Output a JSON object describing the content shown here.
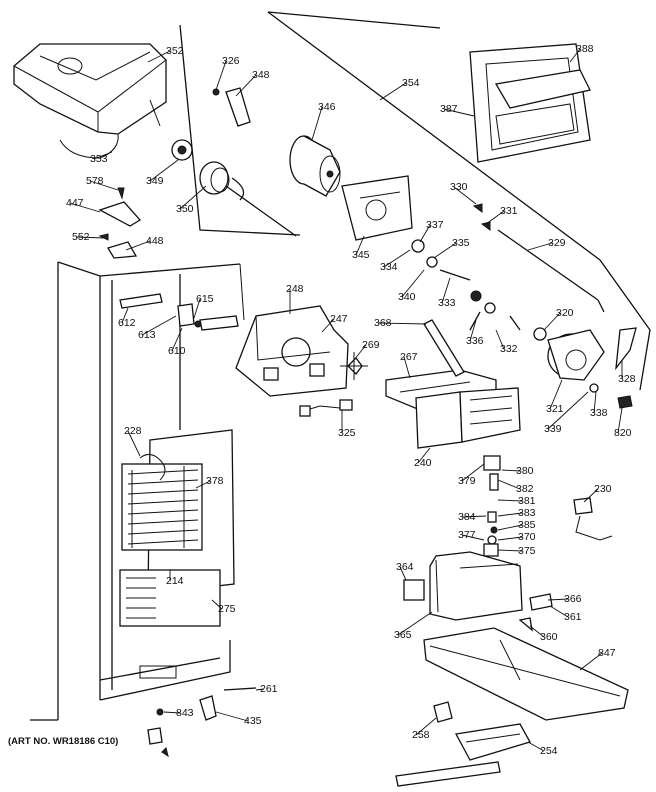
{
  "diagram": {
    "art_note": "(ART NO. WR18186 C10)",
    "part_labels": [
      "352",
      "326",
      "348",
      "346",
      "354",
      "388",
      "387",
      "353",
      "349",
      "350",
      "578",
      "447",
      "552",
      "448",
      "330",
      "331",
      "329",
      "345",
      "337",
      "335",
      "334",
      "340",
      "333",
      "336",
      "332",
      "320",
      "328",
      "248",
      "247",
      "615",
      "612",
      "610",
      "613",
      "269",
      "368",
      "267",
      "325",
      "321",
      "339",
      "338",
      "820",
      "240",
      "228",
      "378",
      "379",
      "380",
      "382",
      "381",
      "383",
      "384",
      "385",
      "370",
      "377",
      "375",
      "230",
      "214",
      "275",
      "364",
      "366",
      "361",
      "365",
      "360",
      "847",
      "261",
      "843",
      "435",
      "258",
      "254"
    ]
  }
}
